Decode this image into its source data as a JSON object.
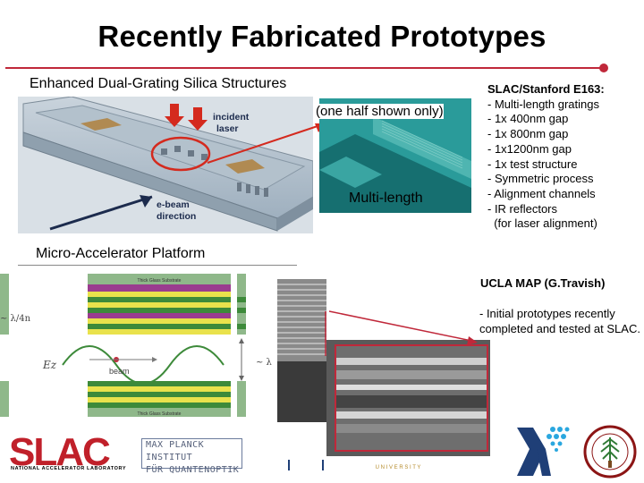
{
  "slide": {
    "title": "Recently Fabricated Prototypes",
    "accent": "#c0283a"
  },
  "dual_grating": {
    "heading": "Enhanced Dual-Grating Silica Structures",
    "incident_label_1": "incident",
    "incident_label_2": "laser",
    "ebeam_label_1": "e-beam",
    "ebeam_label_2": "direction",
    "half_label": "(one half shown only)",
    "multilength_label": "Multi-length"
  },
  "e163": {
    "heading": "SLAC/Stanford E163:",
    "items": [
      "- Multi-length gratings",
      "- 1x 400nm gap",
      "- 1x 800nm gap",
      "- 1x1200nm gap",
      "- 1x test structure",
      "- Symmetric process",
      "- Alignment channels",
      "- IR reflectors",
      "  (for laser alignment)"
    ]
  },
  "map": {
    "heading": "Micro-Accelerator Platform",
    "top_plate": "Thick Glass Substrate",
    "bottom_plate": "Thick Glass Substrate",
    "lambda_left": "~ λ/4n",
    "field_label": "Ez",
    "beam_label": "beam",
    "lambda_right": "~ λ"
  },
  "ucla": {
    "heading": "UCLA MAP (G.Travish)",
    "body": "- Initial prototypes recently completed and tested at SLAC."
  },
  "logos": {
    "slac": "SLAC",
    "slac_sub": "NATIONAL ACCELERATOR LABORATORY",
    "mpq_line1": "MAX PLANCK INSTITUT",
    "mpq_line2": "FÜR QUANTENOPTIK",
    "ucla_strip": "U N I V E R S I T Y"
  }
}
